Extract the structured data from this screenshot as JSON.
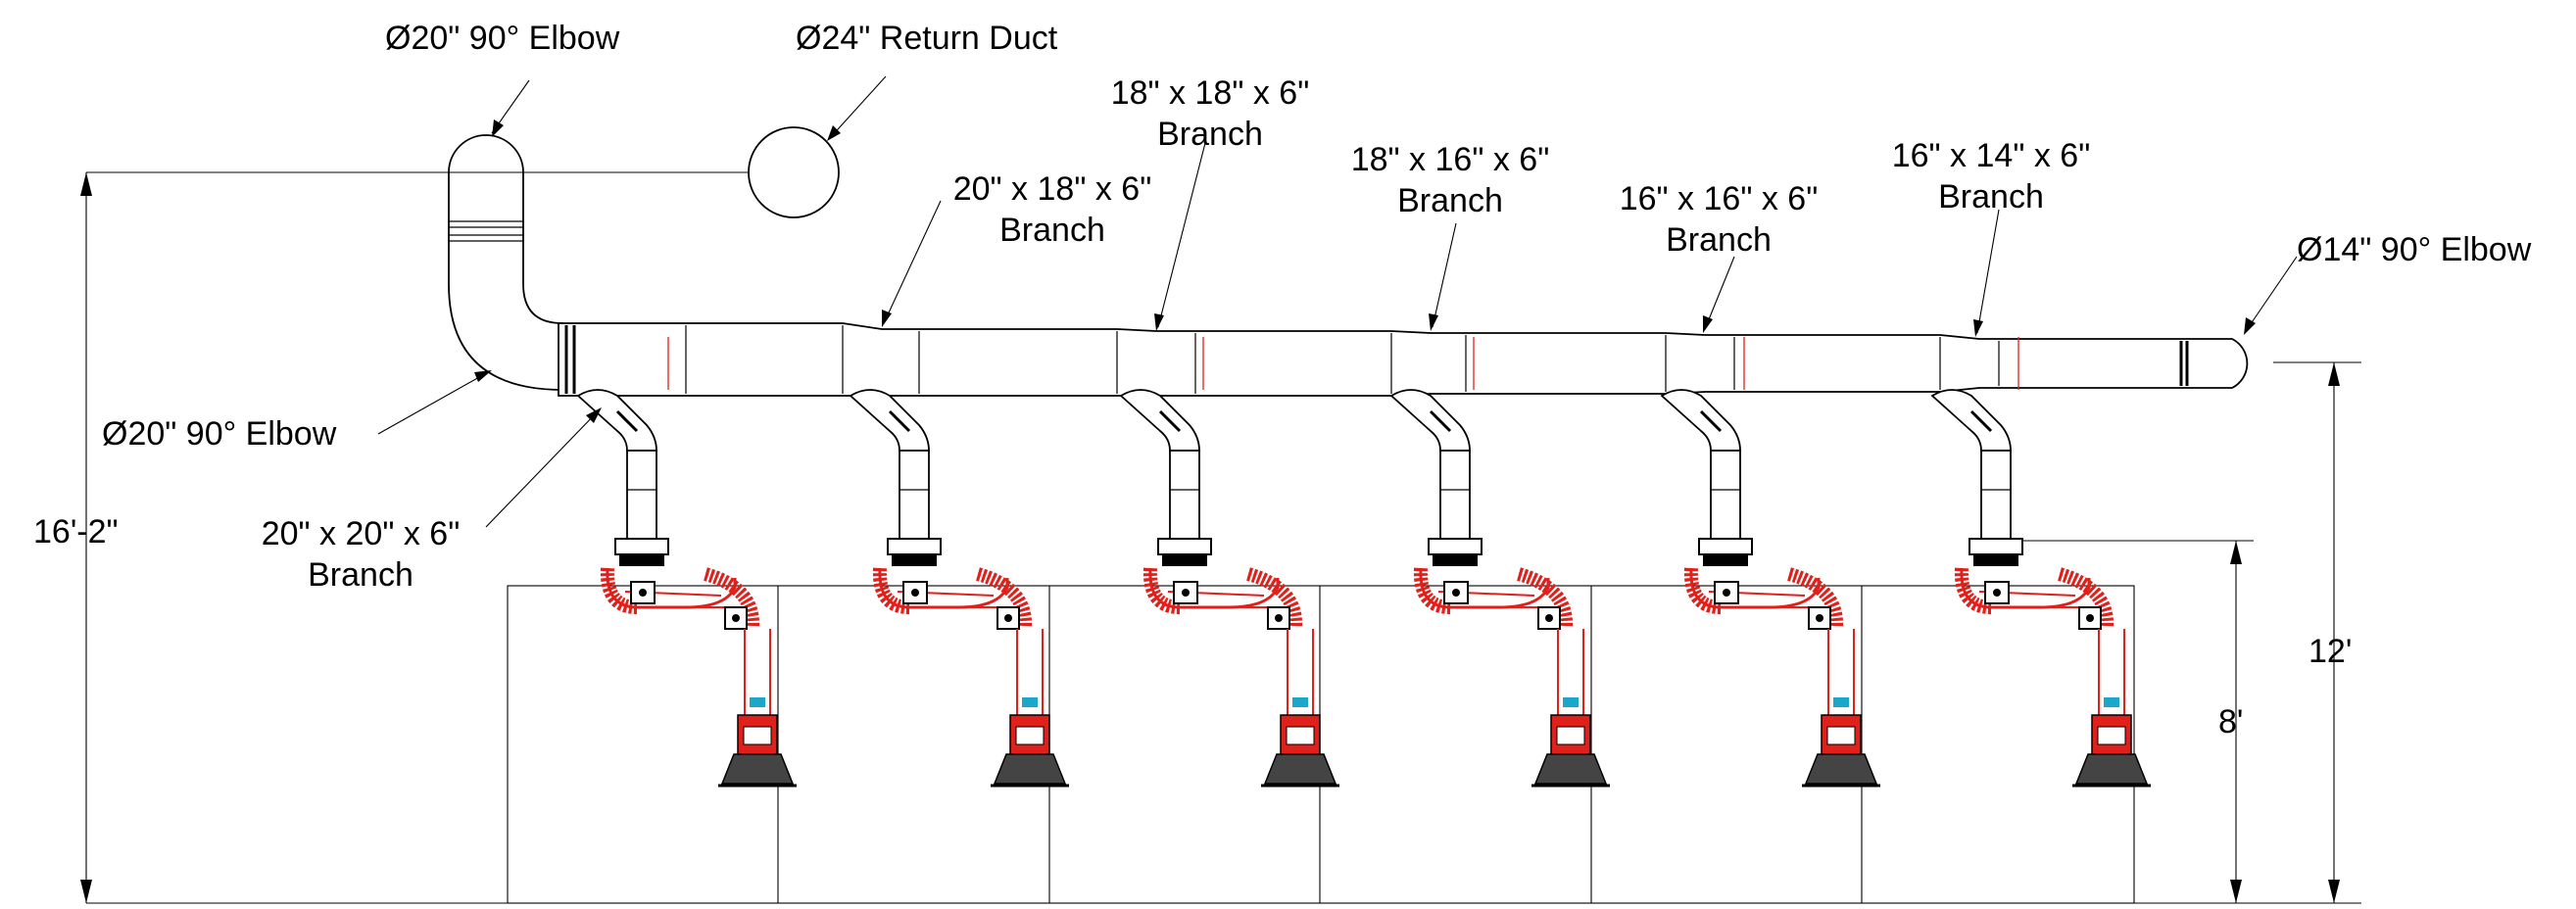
{
  "labels": {
    "top_elbow": "Ø20\" 90° Elbow",
    "return_duct": "Ø24\" Return Duct",
    "branch_18x18_l1": "18\" x 18\" x 6\"",
    "branch_18x18_l2": "Branch",
    "branch_20x18_l1": "20\" x 18\" x 6\"",
    "branch_20x18_l2": "Branch",
    "branch_18x16_l1": "18\" x 16\" x 6\"",
    "branch_18x16_l2": "Branch",
    "branch_16x16_l1": "16\" x 16\" x 6\"",
    "branch_16x16_l2": "Branch",
    "branch_16x14_l1": "16\" x 14\" x 6\"",
    "branch_16x14_l2": "Branch",
    "end_elbow": "Ø14\" 90° Elbow",
    "lower_elbow": "Ø20\" 90° Elbow",
    "branch_20x20_l1": "20\" x 20\" x 6\"",
    "branch_20x20_l2": "Branch"
  },
  "dimensions": {
    "overall_height": "16'-2\"",
    "duct_height": "12'",
    "booth_height": "8'"
  },
  "colors": {
    "line": "#000000",
    "arm": "#e0201b",
    "accent": "#1aa7c9"
  }
}
